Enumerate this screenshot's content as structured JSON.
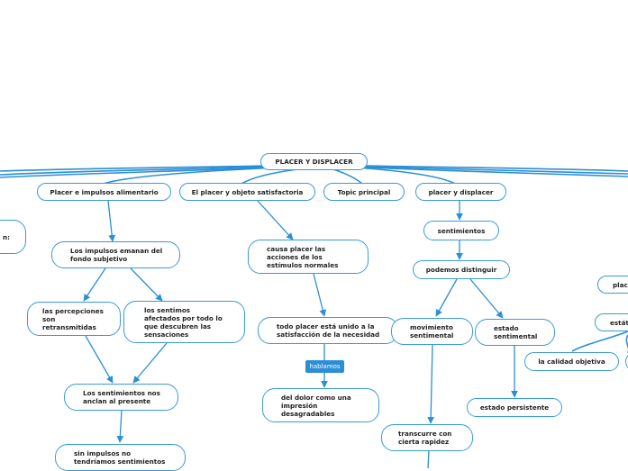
{
  "map": {
    "root": "PLACER Y DISPLACER",
    "branches": {
      "placer_impulsos": "Placer e impulsos alimentario",
      "placer_objeto": "El placer y objeto satisfactoria",
      "topic": "Topic principal",
      "placer_displacer": "placer y displacer"
    },
    "nodes": {
      "left_cut": "n:",
      "impulsos_emanan": "Los impulsos emanan del\nfondo subjetivo",
      "percepciones": "las percepciones\nson\nretransmitidas",
      "sentimos": "los sentimos\nafectados por todo lo\nque descubren las\nsensaciones",
      "sentimientos_anclan": "Los sentimientos nos\nanclan al presente",
      "sin_impulsos": "sin impulsos no\ntendríamos sentimientos",
      "causa_placer": "causa placer las\nacciones de los\nestímulos normales",
      "todo_placer": "todo placer está unido a la\nsatisfacción de la necesidad",
      "dolor": "del dolor como una\nimpresión\ndesagradables",
      "sentimientos": "sentimientos",
      "podemos": "podemos distinguir",
      "movimiento": "movimiento\nsentimental",
      "estado": "estado\nsentimental",
      "transcurre": "transcurre con\ncierta rapidez",
      "persistente": "estado persistente",
      "placer_cut": "place",
      "estatico_cut": "estáti",
      "calidad": "la calidad objetiva"
    },
    "tag": "hablamos"
  },
  "colors": {
    "line": "#2b8fd6",
    "border": "#3a9ad9",
    "tag": "#2b8fd6"
  }
}
